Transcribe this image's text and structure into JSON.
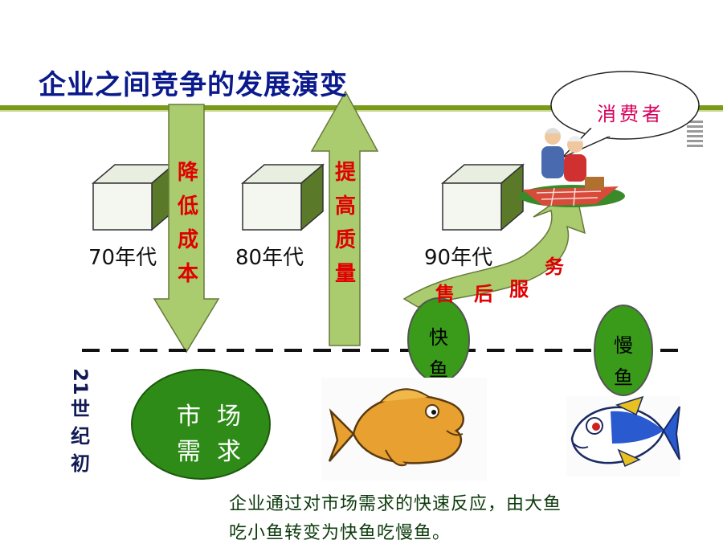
{
  "title": "企业之间竞争的发展演变",
  "decades": [
    "70年代",
    "80年代",
    "90年代"
  ],
  "arrow_down_label": [
    "降",
    "低",
    "成",
    "本"
  ],
  "arrow_up_label": [
    "提",
    "高",
    "质",
    "量"
  ],
  "service_label": [
    "售",
    "后",
    "服",
    "务"
  ],
  "consumer_label": "消费者",
  "fast_fish_label": [
    "快",
    "鱼"
  ],
  "slow_fish_label": [
    "慢",
    "鱼"
  ],
  "market_label": [
    "市",
    "场",
    "需",
    "求"
  ],
  "century_label": [
    "21",
    "世",
    "纪",
    "初"
  ],
  "caption": [
    "企业通过对市场需求的快速反应，由大鱼",
    "吃小鱼转变为快鱼吃慢鱼。"
  ],
  "colors": {
    "title": "#0a1a8c",
    "arrow_fill": "#aacb6e",
    "label_red": "#e00000",
    "market_green": "#2e8b17",
    "olive_bar": "#7a9a1a",
    "consumer_pink": "#d8005a"
  }
}
